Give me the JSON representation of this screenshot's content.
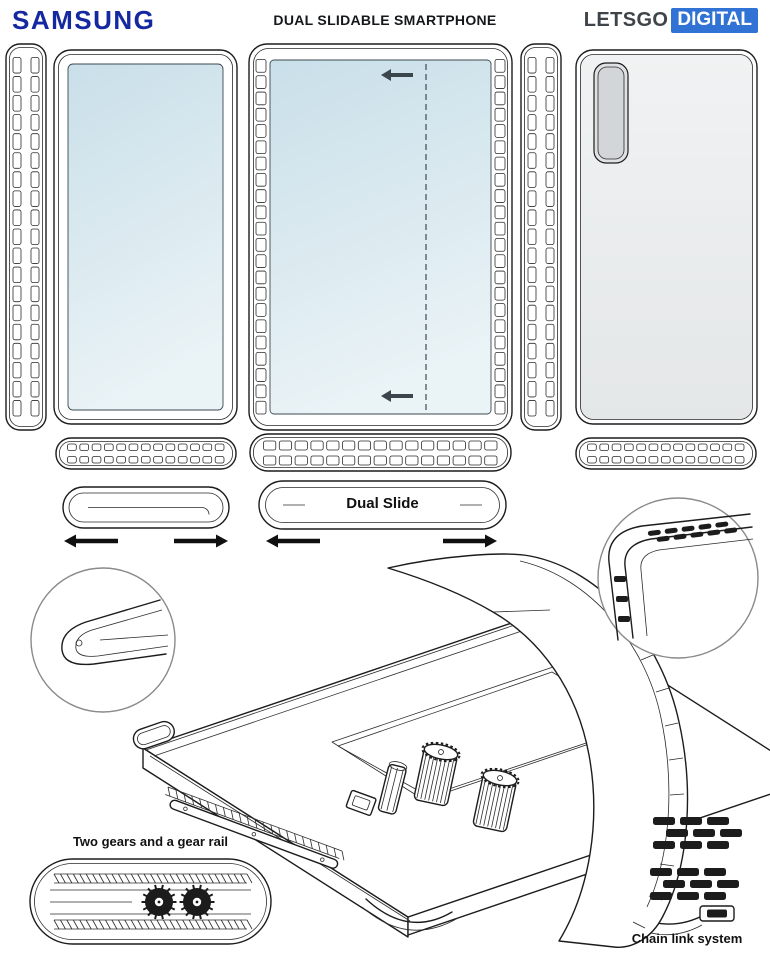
{
  "header": {
    "samsung_logo_text": "SAMSUNG",
    "title": "DUAL SLIDABLE SMARTPHONE",
    "letsgo_text": "LETSGO",
    "digital_badge_text": "DIGITAL"
  },
  "annotations": {
    "dual_slide_label": "Dual Slide",
    "gears_caption": "Two gears and a gear rail",
    "chain_caption": "Chain link system"
  },
  "icons": {
    "slide_out_left_arrow": "←",
    "slide_out_right_arrow": "→",
    "screen_slide_left_arrow": "←"
  },
  "colors": {
    "samsung_blue": "#1428a0",
    "digital_badge_blue": "#3173d4",
    "letsgo_dark": "#3f444a",
    "screen_tint_top": "#c9dfe9",
    "screen_tint_bottom": "#eaf3f6",
    "back_panel_gray": "#ebedee",
    "camera_module_gray": "#d9dcdd",
    "drawing_line": "#1c1c1c",
    "screen_arrow_slate": "#3a454c"
  }
}
